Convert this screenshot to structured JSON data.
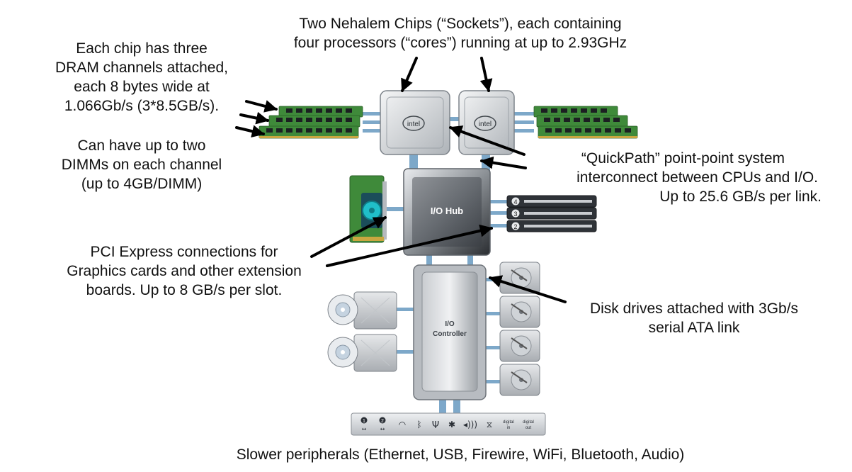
{
  "annotations": {
    "sockets": [
      "Two Nehalem Chips (“Sockets”), each containing",
      "four processors (“cores”) running at up to 2.93GHz"
    ],
    "dram": [
      "Each chip has three",
      "DRAM channels attached,",
      "each 8 bytes wide at",
      "1.066Gb/s (3*8.5GB/s)."
    ],
    "dimms": [
      "Can have up to two",
      "DIMMs on each channel",
      "(up to 4GB/DIMM)"
    ],
    "quickpath": [
      "“QuickPath” point-point system",
      "interconnect between CPUs and I/O.",
      "Up to 25.6 GB/s per link."
    ],
    "pcie": [
      "PCI Express connections for",
      "Graphics cards and other extension",
      "boards.  Up to 8 GB/s per slot."
    ],
    "disk": [
      "Disk drives attached with 3Gb/s",
      "serial ATA link"
    ],
    "peripherals": "Slower peripherals (Ethernet, USB, Firewire, WiFi, Bluetooth, Audio)"
  },
  "components": {
    "cpu_logo": "intel",
    "io_hub": "I/O Hub",
    "io_controller": [
      "I/O",
      "Controller"
    ],
    "pcie_slots": [
      "4",
      "3",
      "2"
    ],
    "ethernet_ports": [
      "1",
      "2"
    ],
    "audio_ports": [
      [
        "digital",
        "in"
      ],
      [
        "digital",
        "out"
      ]
    ]
  },
  "colors": {
    "link": "#6f9fc4",
    "dimm_board": "#3f8a3a",
    "chip": "#d6d9dc",
    "hub": "#2f3338",
    "arrow": "#000000"
  },
  "icons": [
    "ethernet-port-icon",
    "ethernet-port-icon",
    "wifi-icon",
    "bluetooth-icon",
    "usb-icon",
    "firewire-icon",
    "speaker-icon",
    "audio-line-icon",
    "digital-in-label",
    "digital-out-label"
  ]
}
